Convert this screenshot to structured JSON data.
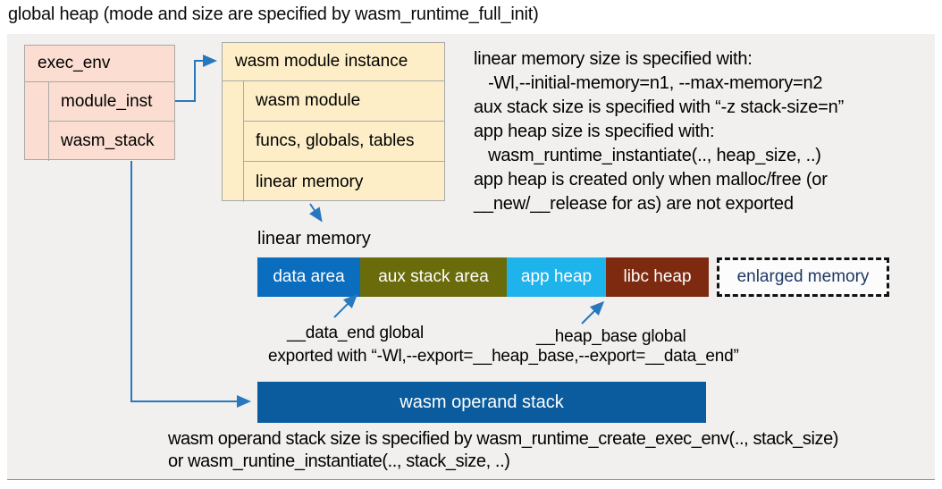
{
  "title": "global heap (mode and size are specified by wasm_runtime_full_init)",
  "exec_env_box": {
    "header": "exec_env",
    "rows": [
      "module_inst",
      "wasm_stack"
    ]
  },
  "module_instance_box": {
    "header": "wasm module instance",
    "rows": [
      "wasm module",
      "funcs, globals, tables",
      "linear memory"
    ]
  },
  "notes": {
    "lines": [
      "linear memory size is specified with:",
      "   -Wl,--initial-memory=n1, --max-memory=n2",
      "aux stack size is specified with “-z stack-size=n”",
      "app heap size is specified with:",
      "   wasm_runtime_instantiate(.., heap_size, ..)",
      "app heap is created only when malloc/free (or",
      "__new/__release for as) are not exported"
    ]
  },
  "linear_memory": {
    "label": "linear memory",
    "segments": [
      {
        "label": "data area",
        "color": "#0B6DBE",
        "text_color": "#FFFFFF"
      },
      {
        "label": "aux stack area",
        "color": "#6A6B0B",
        "text_color": "#FFFFFF"
      },
      {
        "label": "app heap",
        "color": "#1FB3EB",
        "text_color": "#FFFFFF"
      },
      {
        "label": "libc heap",
        "color": "#7E2A10",
        "text_color": "#FFFFFF"
      },
      {
        "label": "enlarged memory",
        "color": "#FCFCFC",
        "text_color": "#1F3864",
        "border": "dashed"
      }
    ],
    "annotations": {
      "data_end_label": "__data_end global",
      "heap_base_label": "__heap_base global",
      "exported_line": "exported with “-Wl,--export=__heap_base,--export=__data_end”"
    }
  },
  "operand_stack": {
    "label": "wasm operand stack",
    "color": "#0A5C9E"
  },
  "footer": {
    "lines": [
      "wasm operand stack size is specified by wasm_runtime_create_exec_env(.., stack_size)",
      "or wasm_runtine_instantiate(.., stack_size, ..)"
    ]
  },
  "colors": {
    "panel_bg": "#F1F0EF",
    "exec_env_fill": "#FBDED1",
    "instance_fill": "#FDEEC7",
    "arrow_blue": "#2878BE",
    "box_border": "#A9A9A9"
  }
}
